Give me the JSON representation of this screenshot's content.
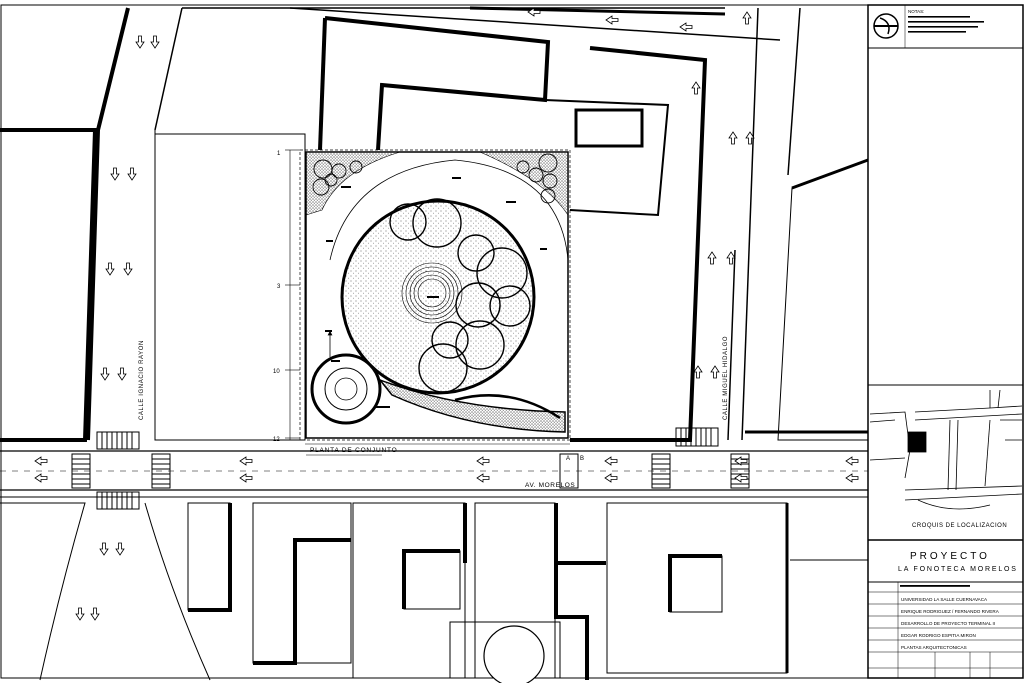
{
  "plan": {
    "title": "PLANTA DE CONJUNTO",
    "streets": {
      "bottom": "AV. MORELOS",
      "left": "CALLE IGNACIO RAYON",
      "right": "CALLE MIGUEL HIDALGO"
    },
    "section_marks": [
      "A",
      "B"
    ],
    "axis_labels": [
      "1",
      "3",
      "10",
      "12"
    ]
  },
  "title_block": {
    "notes_heading": "NOTAS:",
    "location_sketch_title": "CROQUIS DE LOCALIZACION",
    "project_heading": "PROYECTO",
    "project_name": "LA FONOTECA MORELOS",
    "rows": [
      "UNIVERSIDAD LA SALLE CUERNAVACA",
      "ENRIQUE RODRIGUEZ / FERNANDO RIVERA",
      "DESARROLLO DE PROYECTO TERMINAL II",
      "EDGAR RODRIGO ESPITIA MIRON",
      "PLANTAS ARQUITECTONICAS"
    ]
  }
}
